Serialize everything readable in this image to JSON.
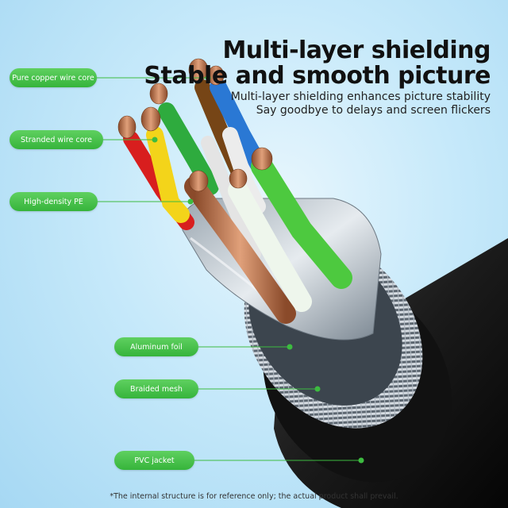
{
  "headline": {
    "line1": "Multi-layer shielding",
    "line2": "Stable and smooth picture"
  },
  "subheadline": {
    "line1": "Multi-layer shielding enhances picture stability",
    "line2": "Say goodbye to delays and screen flickers"
  },
  "labels": {
    "copper": "Pure copper wire core",
    "stranded": "Stranded wire core",
    "pe": "High-density PE",
    "foil": "Aluminum foil",
    "mesh": "Braided mesh",
    "jacket": "PVC jacket"
  },
  "footnote": "*The internal structure is for reference only; the actual product shall prevail.",
  "colors": {
    "accent_green": "#3dbb40",
    "background": "#c6e9fa",
    "wire_colors": [
      "#e02020",
      "#f5d81c",
      "#3ab54a",
      "#7a4a1e",
      "#2a7fd8",
      "#e8e8e8",
      "#f4f9f4",
      "#55cc44"
    ]
  }
}
